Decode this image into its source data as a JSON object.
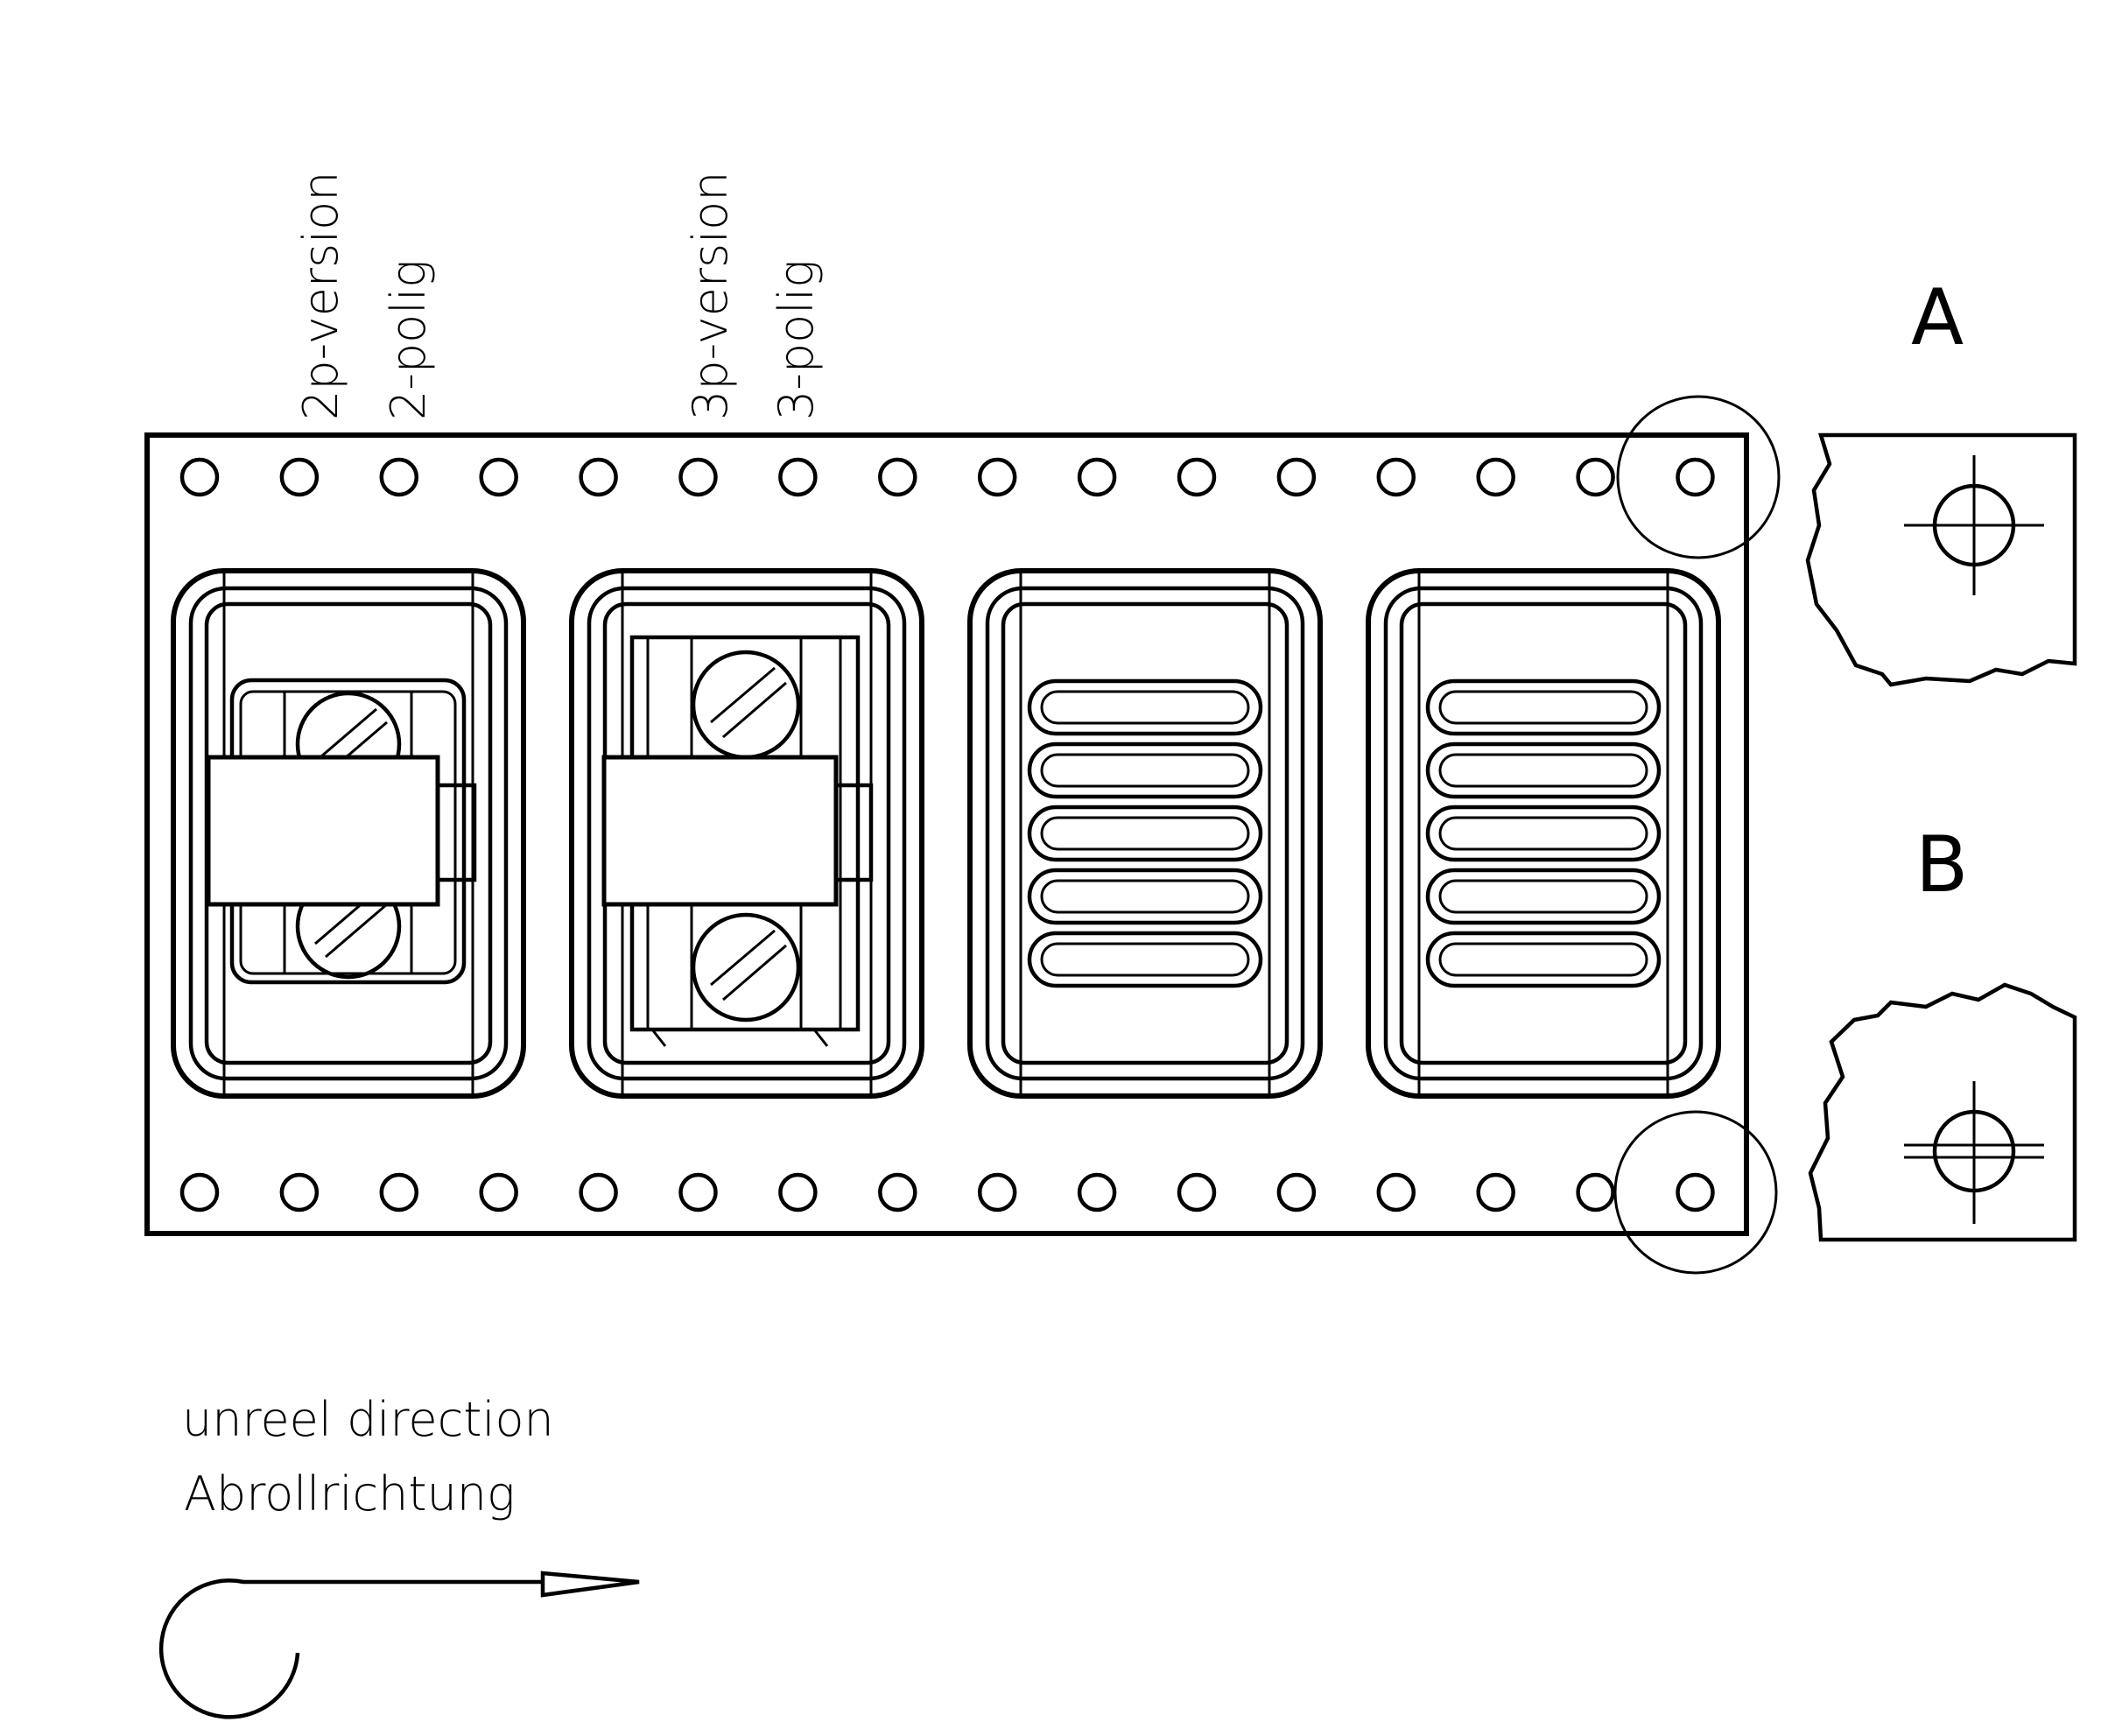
{
  "labels": {
    "p2_en": "2p-version",
    "p2_de": "2-polig",
    "p3_en": "3p-version",
    "p3_de": "3-polig",
    "detail_a": "A",
    "detail_b": "B",
    "unreel_en": "unreel direction",
    "unreel_de": "Abrollrichtung"
  },
  "tape": {
    "holes_per_row": 16,
    "pockets": [
      "2p-connector",
      "3p-connector",
      "empty",
      "empty"
    ]
  }
}
